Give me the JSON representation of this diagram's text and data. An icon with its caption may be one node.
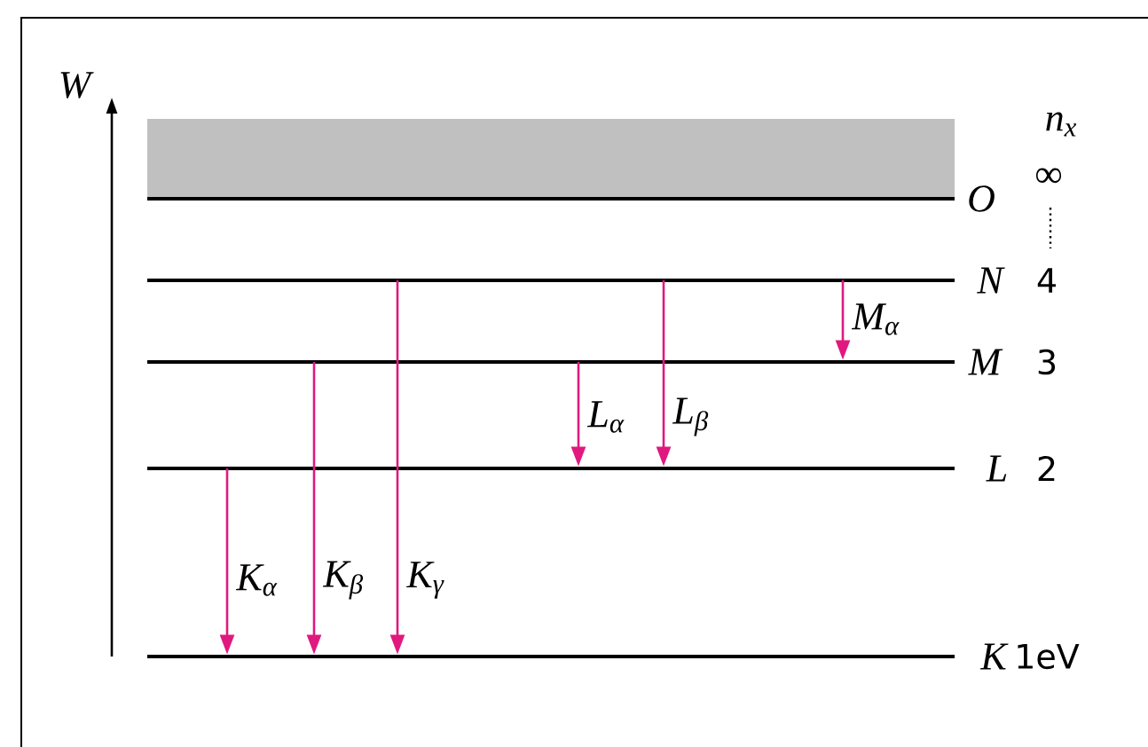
{
  "diagram": {
    "nodes": [
      {
        "text": [],
        "shape": "box"
      },
      {
        "text": [],
        "shape": "bar",
        "beside": [
          "O",
          "∞"
        ]
      },
      {
        "text": [],
        "shape": "bar",
        "beside": [
          "N",
          "4"
        ]
      },
      {
        "text": [],
        "shape": "bar",
        "beside": [
          "M",
          "3"
        ]
      },
      {
        "text": [],
        "shape": "bar",
        "beside": [
          "L",
          "2"
        ]
      },
      {
        "text": [],
        "shape": "bar",
        "beside": [
          "K",
          "1eV"
        ]
      }
    ],
    "edges": [
      {
        "from": 4,
        "to": 5,
        "arrow": "to",
        "label": "K$_{α}$"
      },
      {
        "from": 3,
        "to": 5,
        "arrow": "to",
        "label": "K$_{β}$"
      },
      {
        "from": 2,
        "to": 5,
        "arrow": "to",
        "label": "K$_{γ}$"
      },
      {
        "from": 3,
        "to": 4,
        "arrow": "to",
        "label": "L$_{α}$"
      },
      {
        "from": 2,
        "to": 4,
        "arrow": "to",
        "label": "L$_{β}$"
      },
      {
        "from": 2,
        "to": 3,
        "arrow": "to",
        "label": "M$_{α}$"
      }
    ],
    "labels": [
      "W",
      "n$_{x}$"
    ]
  }
}
